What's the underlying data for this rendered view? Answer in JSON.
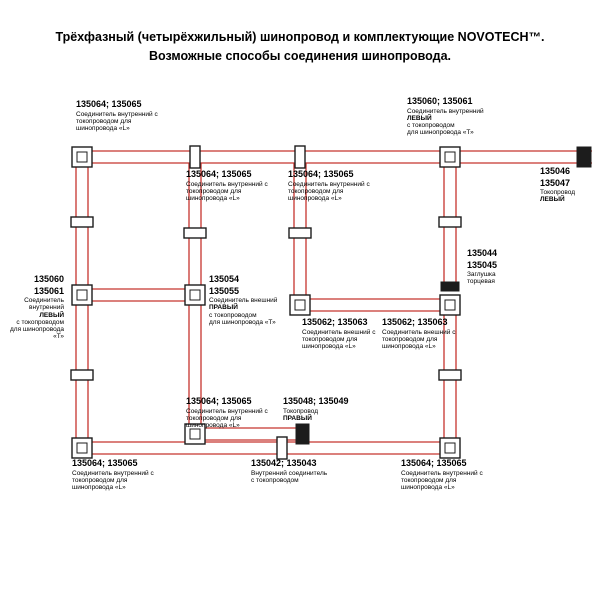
{
  "title": {
    "line1": "Трёхфазный (четырёхжильный) шинопровод и комплектующие NOVOTECH™.",
    "line2": "Возможные способы соединения шинопровода."
  },
  "colors": {
    "track": "#c5342e",
    "conn": "#1c1c1c"
  },
  "labels": {
    "tl": {
      "num": "135064; 135065",
      "d1": "Соединитель внутренний с",
      "d2": "токопроводом для",
      "d3": "шинопровода «L»"
    },
    "t1": {
      "num": "135064; 135065",
      "d1": "Соединитель внутренний с",
      "d2": "токопроводом для",
      "d3": "шинопровода «L»"
    },
    "t2": {
      "num": "135064; 135065",
      "d1": "Соединитель внутренний с",
      "d2": "токопроводом для",
      "d3": "шинопровода «L»"
    },
    "tr": {
      "num": "135060; 135061",
      "d1": "Соединитель внутренний",
      "d2": "ЛЕВЫЙ",
      "d3": "с токопроводом",
      "d4": "для шинопровода «Т»"
    },
    "feed_left": {
      "n1": "135046",
      "n2": "135047",
      "d1": "Токопровод",
      "d2": "ЛЕВЫЙ"
    },
    "left_t": {
      "n1": "135060",
      "n2": "135061",
      "d1": "Соединитель внутренний",
      "d2": "ЛЕВЫЙ",
      "d3": "с токопроводом",
      "d4": "для шинопровода «Т»"
    },
    "center_t": {
      "n1": "135054",
      "n2": "135055",
      "d1": "Соединитель внешний",
      "d2": "ПРАВЫЙ",
      "d3": "с токопроводом",
      "d4": "для шинопровода «Т»"
    },
    "endcap": {
      "n1": "135044",
      "n2": "135045",
      "d1": "Заглушка торцевая"
    },
    "ext1": {
      "num": "135062; 135063",
      "d1": "Соединитель внешний с",
      "d2": "токопроводом для",
      "d3": "шинопровода «L»"
    },
    "ext2": {
      "num": "135062; 135063",
      "d1": "Соединитель внешний с",
      "d2": "токопроводом для",
      "d3": "шинопровода «L»"
    },
    "bm": {
      "num": "135064; 135065",
      "d1": "Соединитель внутренний с",
      "d2": "токопроводом для",
      "d3": "шинопровода «L»"
    },
    "feed_right": {
      "num": "135048; 135049",
      "d1": "Токопровод",
      "d2": "ПРАВЫЙ"
    },
    "bl": {
      "num": "135064; 135065",
      "d1": "Соединитель внутренний с",
      "d2": "токопроводом для",
      "d3": "шинопровода «L»"
    },
    "bc": {
      "num": "135042; 135043",
      "d1": "Внутренний соединитель",
      "d2": "с токопроводом"
    },
    "br": {
      "num": "135064; 135065",
      "d1": "Соединитель внутренний с",
      "d2": "токопроводом для",
      "d3": "шинопровода «L»"
    }
  }
}
